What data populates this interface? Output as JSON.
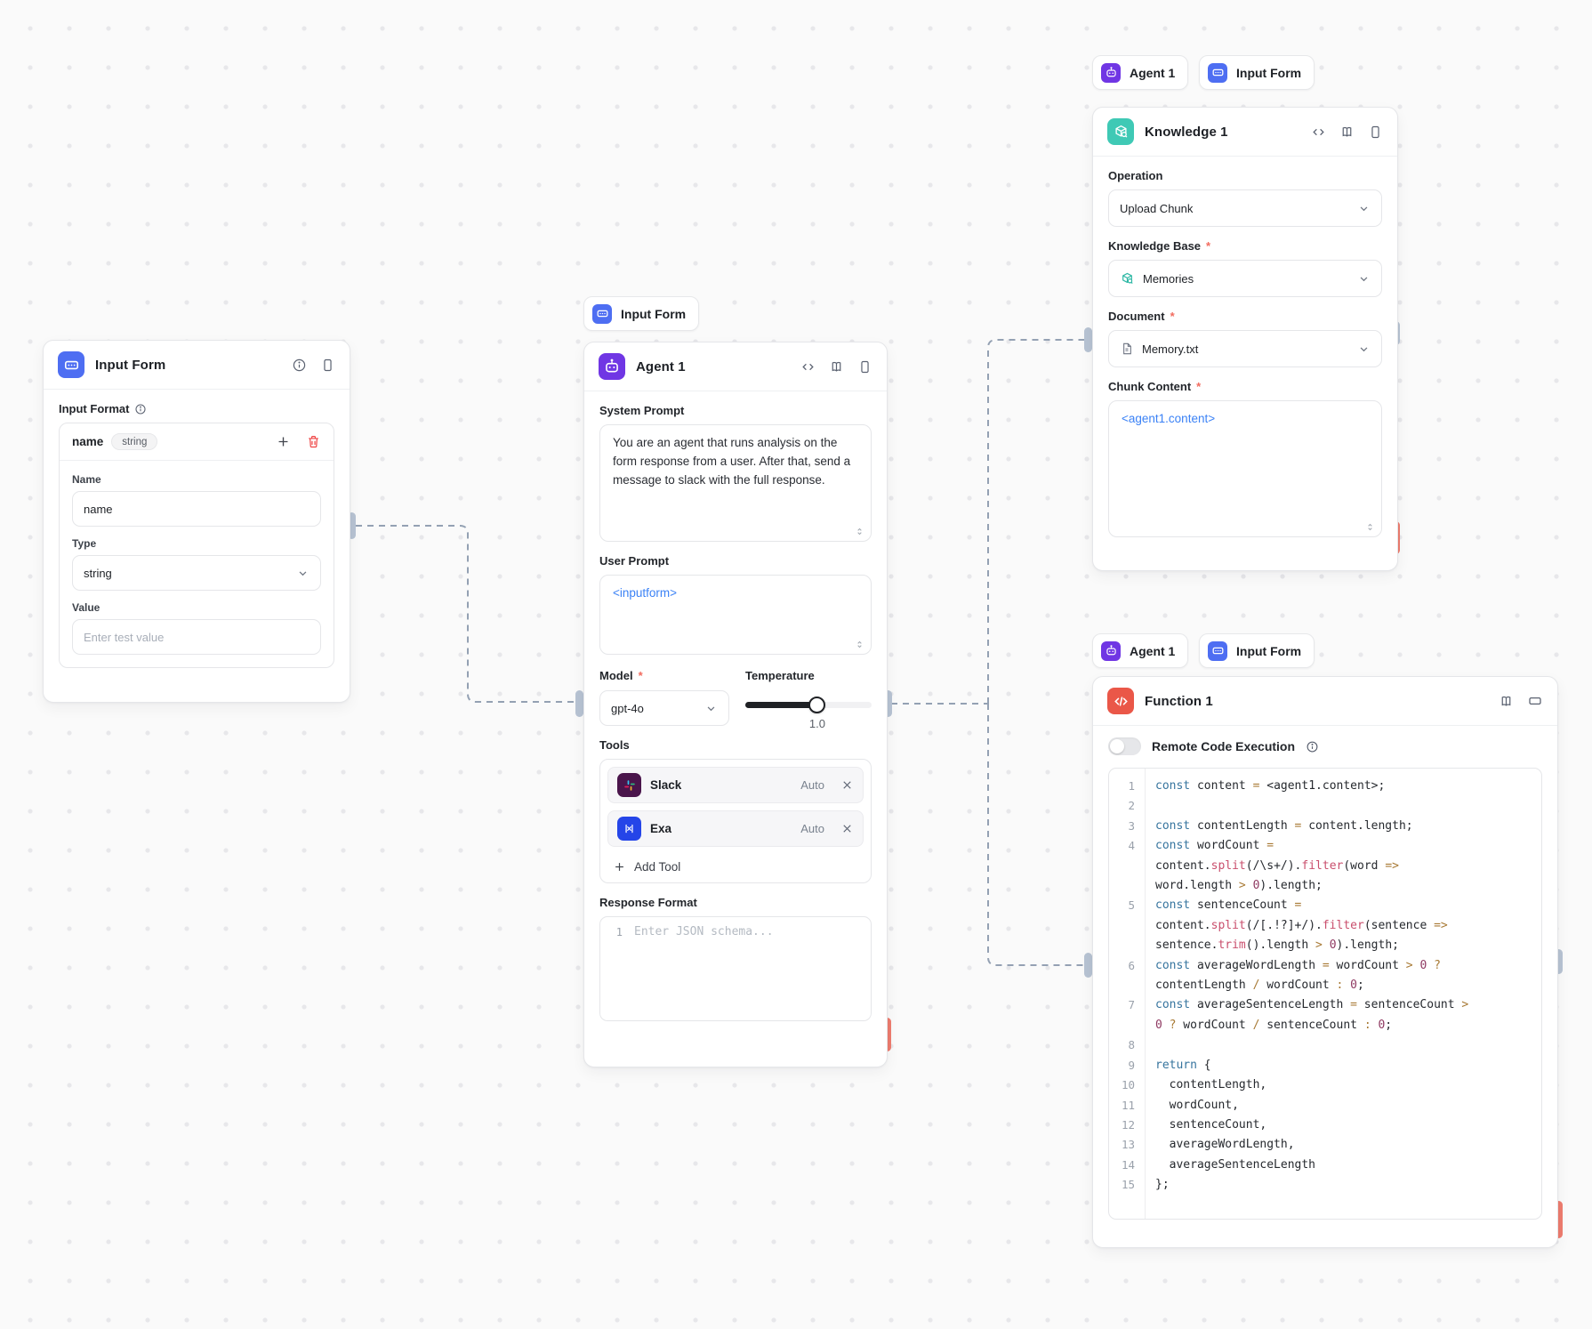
{
  "colors": {
    "input_form_blue": "#4e6ef2",
    "agent_purple": "#7036e4",
    "knowledge_teal": "#3fc9b5",
    "function_red": "#ea5748",
    "reference_blue": "#3b82f6",
    "handle_gray": "#b7c3d3",
    "handle_red": "#ee7c6f",
    "slack_brand": "#4a154b",
    "exa_brand": "#2545e8"
  },
  "misc": {
    "required_marker": "*"
  },
  "chips": {
    "agent_label": "Agent 1",
    "input_form_label": "Input Form"
  },
  "nodes": {
    "input_form": {
      "title": "Input Form",
      "input_format_label": "Input Format",
      "row_name": "name",
      "row_type_badge": "string",
      "name_label": "Name",
      "name_value": "name",
      "type_label": "Type",
      "type_value": "string",
      "value_label": "Value",
      "value_placeholder": "Enter test value"
    },
    "agent": {
      "title": "Agent 1",
      "system_prompt_label": "System Prompt",
      "system_prompt_value": "You are an agent that runs analysis on the form response from a user. After that, send a message to slack with the full response.",
      "user_prompt_label": "User Prompt",
      "user_prompt_value": "<inputform>",
      "model_label": "Model",
      "model_value": "gpt-4o",
      "temperature_label": "Temperature",
      "temperature_value": "1.0",
      "tools_label": "Tools",
      "tools": [
        {
          "name": "Slack",
          "mode": "Auto"
        },
        {
          "name": "Exa",
          "mode": "Auto"
        }
      ],
      "add_tool_label": "Add Tool",
      "response_format_label": "Response Format",
      "response_line_number": "1",
      "response_placeholder": "Enter JSON schema..."
    },
    "knowledge": {
      "title": "Knowledge 1",
      "operation_label": "Operation",
      "operation_value": "Upload Chunk",
      "knowledge_base_label": "Knowledge Base",
      "knowledge_base_value": "Memories",
      "document_label": "Document",
      "document_value": "Memory.txt",
      "chunk_content_label": "Chunk Content",
      "chunk_content_value": "<agent1.content>"
    },
    "function": {
      "title": "Function 1",
      "remote_code_label": "Remote Code Execution",
      "code_rows": [
        {
          "n": "1",
          "t": "const content = <agent1.content>;"
        },
        {
          "n": "2",
          "t": ""
        },
        {
          "n": "3",
          "t": "const contentLength = content.length;"
        },
        {
          "n": "4",
          "t": "const wordCount ="
        },
        {
          "n": "",
          "t": "content.split(/\\s+/).filter(word =>"
        },
        {
          "n": "",
          "t": "word.length > 0).length;"
        },
        {
          "n": "5",
          "t": "const sentenceCount ="
        },
        {
          "n": "",
          "t": "content.split(/[.!?]+/).filter(sentence =>"
        },
        {
          "n": "",
          "t": "sentence.trim().length > 0).length;"
        },
        {
          "n": "6",
          "t": "const averageWordLength = wordCount > 0 ?"
        },
        {
          "n": "",
          "t": "contentLength / wordCount : 0;"
        },
        {
          "n": "7",
          "t": "const averageSentenceLength = sentenceCount >"
        },
        {
          "n": "",
          "t": "0 ? wordCount / sentenceCount : 0;"
        },
        {
          "n": "8",
          "t": ""
        },
        {
          "n": "9",
          "t": "return {"
        },
        {
          "n": "10",
          "t": "  contentLength,"
        },
        {
          "n": "11",
          "t": "  wordCount,"
        },
        {
          "n": "12",
          "t": "  sentenceCount,"
        },
        {
          "n": "13",
          "t": "  averageWordLength,"
        },
        {
          "n": "14",
          "t": "  averageSentenceLength"
        },
        {
          "n": "15",
          "t": "};"
        }
      ]
    }
  }
}
